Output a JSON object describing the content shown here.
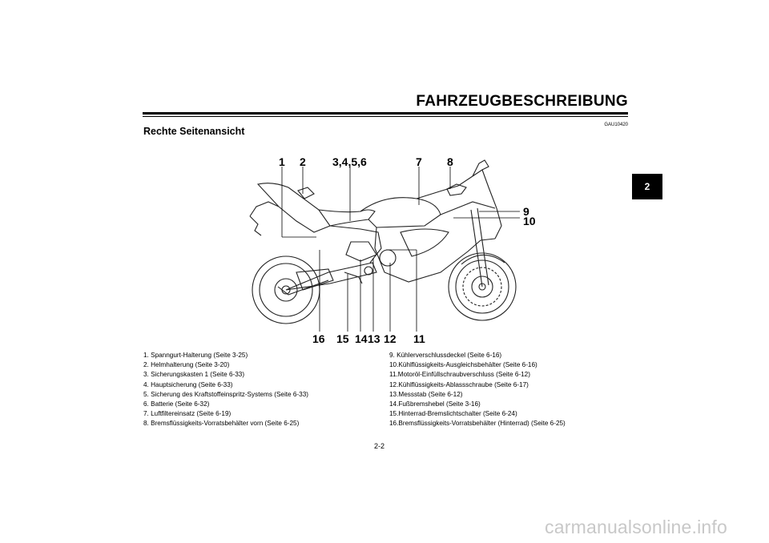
{
  "header": {
    "title": "FAHRZEUGBESCHREIBUNG"
  },
  "doc_code": "GAU10420",
  "section_title": "Rechte Seitenansicht",
  "chapter_tab": "2",
  "callouts": {
    "top": [
      "1",
      "2",
      "3,4,5,6",
      "7",
      "8"
    ],
    "right": [
      "9",
      "10"
    ],
    "bottom": [
      "16",
      "15",
      "14",
      "13",
      "12",
      "11"
    ]
  },
  "parts_left": [
    "1. Spanngurt-Halterung (Seite 3-25)",
    "2. Helmhalterung (Seite 3-20)",
    "3. Sicherungskasten 1 (Seite 6-33)",
    "4. Hauptsicherung (Seite 6-33)",
    "5. Sicherung des Kraftstoffeinspritz-Systems (Seite 6-33)",
    "6. Batterie (Seite 6-32)",
    "7. Luftfiltereinsatz (Seite 6-19)",
    "8. Bremsflüssigkeits-Vorratsbehälter vorn (Seite 6-25)"
  ],
  "parts_right": [
    "9.  Kühlerverschlussdeckel (Seite 6-16)",
    "10.Kühlflüssigkeits-Ausgleichsbehälter (Seite 6-16)",
    "11.Motoröl-Einfüllschraubverschluss (Seite 6-12)",
    "12.Kühlflüssigkeits-Ablassschraube (Seite 6-17)",
    "13.Messstab (Seite 6-12)",
    "14.Fußbremshebel (Seite 3-16)",
    "15.Hinterrad-Bremslichtschalter (Seite 6-24)",
    "16.Bremsflüssigkeits-Vorratsbehälter (Hinterrad) (Seite 6-25)"
  ],
  "page_number": "2-2",
  "watermark": "carmanualsonline.info"
}
